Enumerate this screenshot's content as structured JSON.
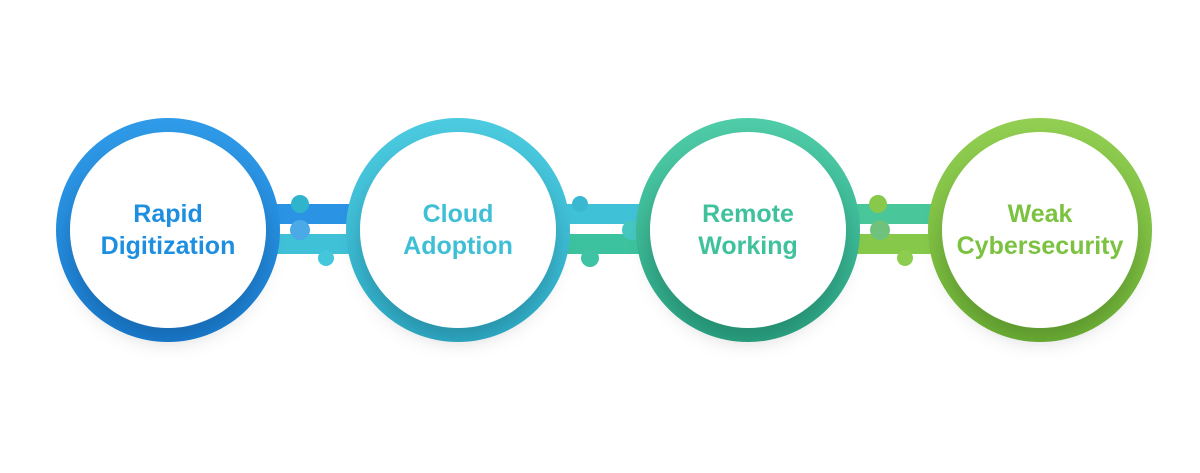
{
  "diagram": {
    "nodes": [
      {
        "line1": "Rapid",
        "line2": "Digitization",
        "color": "#1e8fe0",
        "ring_dark": "#1e86dc",
        "ring_light": "#2f9be8"
      },
      {
        "line1": "Cloud",
        "line2": "Adoption",
        "color": "#3fbfd6",
        "ring_dark": "#35b4cf",
        "ring_light": "#48c9de"
      },
      {
        "line1": "Remote",
        "line2": "Working",
        "color": "#3fc29c",
        "ring_dark": "#2fb48e",
        "ring_light": "#4bcaa6"
      },
      {
        "line1": "Weak",
        "line2": "Cybersecurity",
        "color": "#7cc241",
        "ring_dark": "#74bb3a",
        "ring_light": "#8fcc4e"
      }
    ]
  }
}
